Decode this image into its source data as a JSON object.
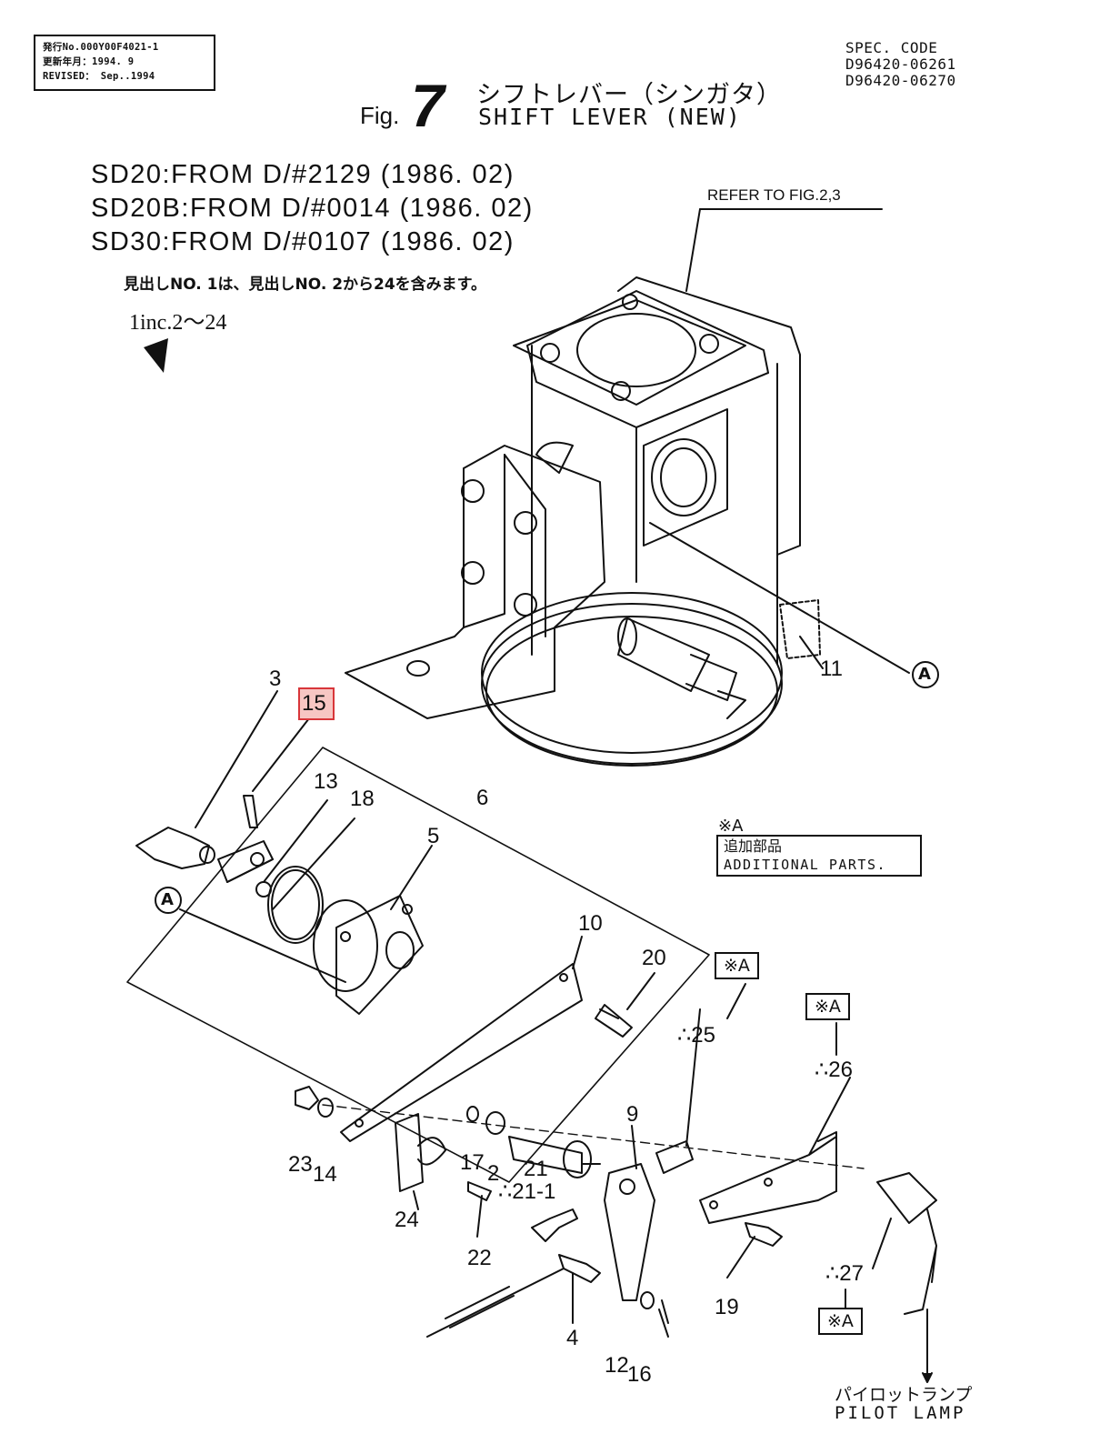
{
  "doc_info": {
    "line1": "発行No.000Y00F4021-1",
    "line2": "更新年月：1994. 9",
    "line3": "REVISED： Sep..1994"
  },
  "spec": {
    "label": "SPEC. CODE",
    "code1": "D96420-06261",
    "code2": "D96420-06270"
  },
  "title": {
    "fig_label": "Fig.",
    "fig_number": "7",
    "japanese": "シフトレバー（シンガタ）",
    "english": "SHIFT LEVER (NEW)"
  },
  "serials": [
    "SD20:FROM D/#2129 (1986. 02)",
    "SD20B:FROM D/#0014 (1986. 02)",
    "SD30:FROM D/#0107 (1986. 02)"
  ],
  "note": {
    "japanese": "見出しNO. 1は、見出しNO. 2から24を含みます。",
    "english": "1inc.2～24"
  },
  "refer": "REFER TO FIG.2,3",
  "circle_ref": "A",
  "highlighted_part": "15",
  "additional_parts": {
    "mark": "※A",
    "japanese": "追加部品",
    "english": "ADDITIONAL PARTS."
  },
  "box_a": "※A",
  "pilot_lamp": {
    "japanese": "パイロットランプ",
    "english": "PILOT LAMP"
  },
  "parts": {
    "p3": "3",
    "p13": "13",
    "p18": "18",
    "p6": "6",
    "p5": "5",
    "p11": "11",
    "p10": "10",
    "p20": "20",
    "p25": "∴25",
    "p26": "∴26",
    "p9": "9",
    "p23": "23",
    "p14": "14",
    "p24": "24",
    "p17": "17",
    "p2": "2",
    "p21": "21",
    "p21_1": "∴21-1",
    "p22": "22",
    "p4": "4",
    "p12": "12",
    "p16": "16",
    "p19": "19",
    "p27": "∴27"
  }
}
